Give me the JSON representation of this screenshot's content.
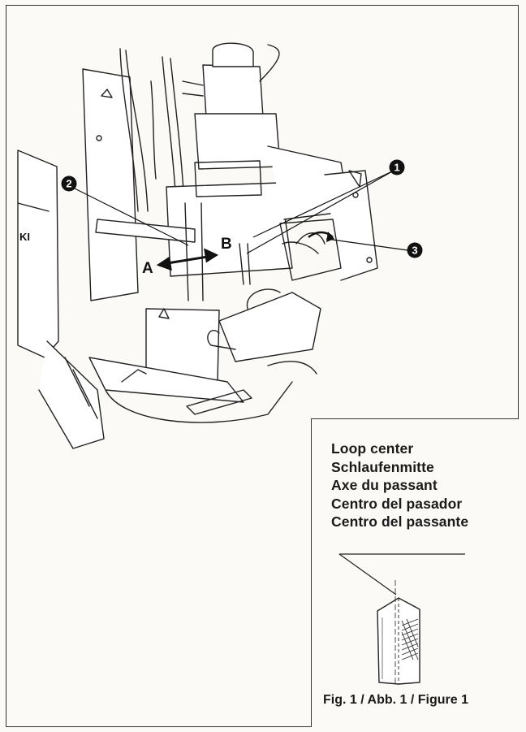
{
  "callouts": {
    "c1": "1",
    "c2": "2",
    "c3": "3"
  },
  "arrow_labels": {
    "a": "A",
    "b": "B"
  },
  "machine_marking": "KI",
  "inset": {
    "labels": [
      "Loop center",
      "Schlaufenmitte",
      "Axe du passant",
      "Centro del pasador",
      "Centro del passante"
    ],
    "caption": "Fig. 1 / Abb. 1 / Figure 1"
  }
}
